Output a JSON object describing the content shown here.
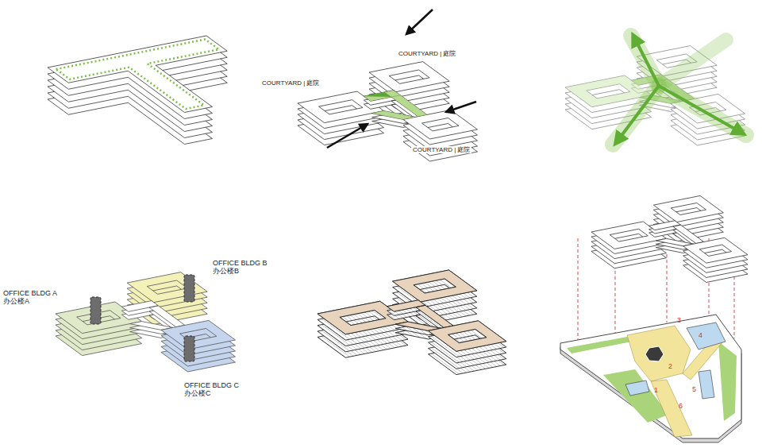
{
  "diagram": {
    "labels": [
      "COURTYARD | 庭院",
      "COURTYARD | 庭院",
      "COURTYARD | 庭院",
      "OFFICE BLDG A 办公楼A",
      "OFFICE BLDG B 办公楼B",
      "OFFICE BLDG C 办公楼C",
      "3",
      "4",
      "2",
      "1",
      "5",
      "6"
    ]
  }
}
